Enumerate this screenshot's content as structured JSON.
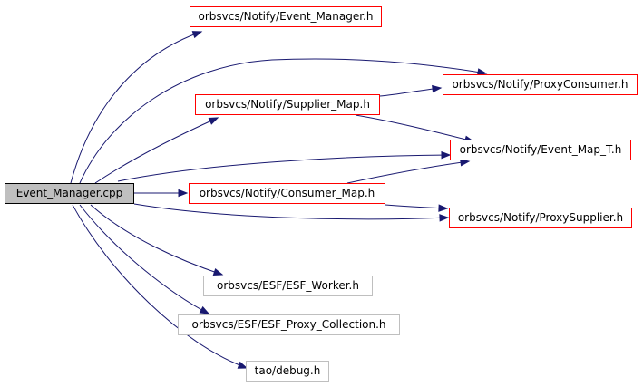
{
  "diagram": {
    "colors": {
      "edge": "#191970",
      "documented_border": "#ff0000",
      "undocumented_border": "#bfbfbf",
      "root_fill": "#bfbfbf"
    },
    "nodes": [
      {
        "id": "event_manager_cpp",
        "label": "Event_Manager.cpp",
        "kind": "root"
      },
      {
        "id": "event_manager_h",
        "label": "orbsvcs/Notify/Event_Manager.h",
        "kind": "doc"
      },
      {
        "id": "proxy_consumer_h",
        "label": "orbsvcs/Notify/ProxyConsumer.h",
        "kind": "doc"
      },
      {
        "id": "supplier_map_h",
        "label": "orbsvcs/Notify/Supplier_Map.h",
        "kind": "doc"
      },
      {
        "id": "event_map_t_h",
        "label": "orbsvcs/Notify/Event_Map_T.h",
        "kind": "doc"
      },
      {
        "id": "consumer_map_h",
        "label": "orbsvcs/Notify/Consumer_Map.h",
        "kind": "doc"
      },
      {
        "id": "proxy_supplier_h",
        "label": "orbsvcs/Notify/ProxySupplier.h",
        "kind": "doc"
      },
      {
        "id": "esf_worker_h",
        "label": "orbsvcs/ESF/ESF_Worker.h",
        "kind": "nodoc"
      },
      {
        "id": "esf_proxy_collection_h",
        "label": "orbsvcs/ESF/ESF_Proxy_Collection.h",
        "kind": "nodoc"
      },
      {
        "id": "debug_h",
        "label": "tao/debug.h",
        "kind": "nodoc"
      }
    ],
    "edges": [
      {
        "from": "event_manager_cpp",
        "to": "event_manager_h"
      },
      {
        "from": "event_manager_cpp",
        "to": "proxy_consumer_h"
      },
      {
        "from": "event_manager_cpp",
        "to": "supplier_map_h"
      },
      {
        "from": "event_manager_cpp",
        "to": "event_map_t_h"
      },
      {
        "from": "event_manager_cpp",
        "to": "consumer_map_h"
      },
      {
        "from": "event_manager_cpp",
        "to": "proxy_supplier_h"
      },
      {
        "from": "event_manager_cpp",
        "to": "esf_worker_h"
      },
      {
        "from": "event_manager_cpp",
        "to": "esf_proxy_collection_h"
      },
      {
        "from": "event_manager_cpp",
        "to": "debug_h"
      },
      {
        "from": "supplier_map_h",
        "to": "proxy_consumer_h"
      },
      {
        "from": "supplier_map_h",
        "to": "event_map_t_h"
      },
      {
        "from": "consumer_map_h",
        "to": "event_map_t_h"
      },
      {
        "from": "consumer_map_h",
        "to": "proxy_supplier_h"
      }
    ]
  }
}
